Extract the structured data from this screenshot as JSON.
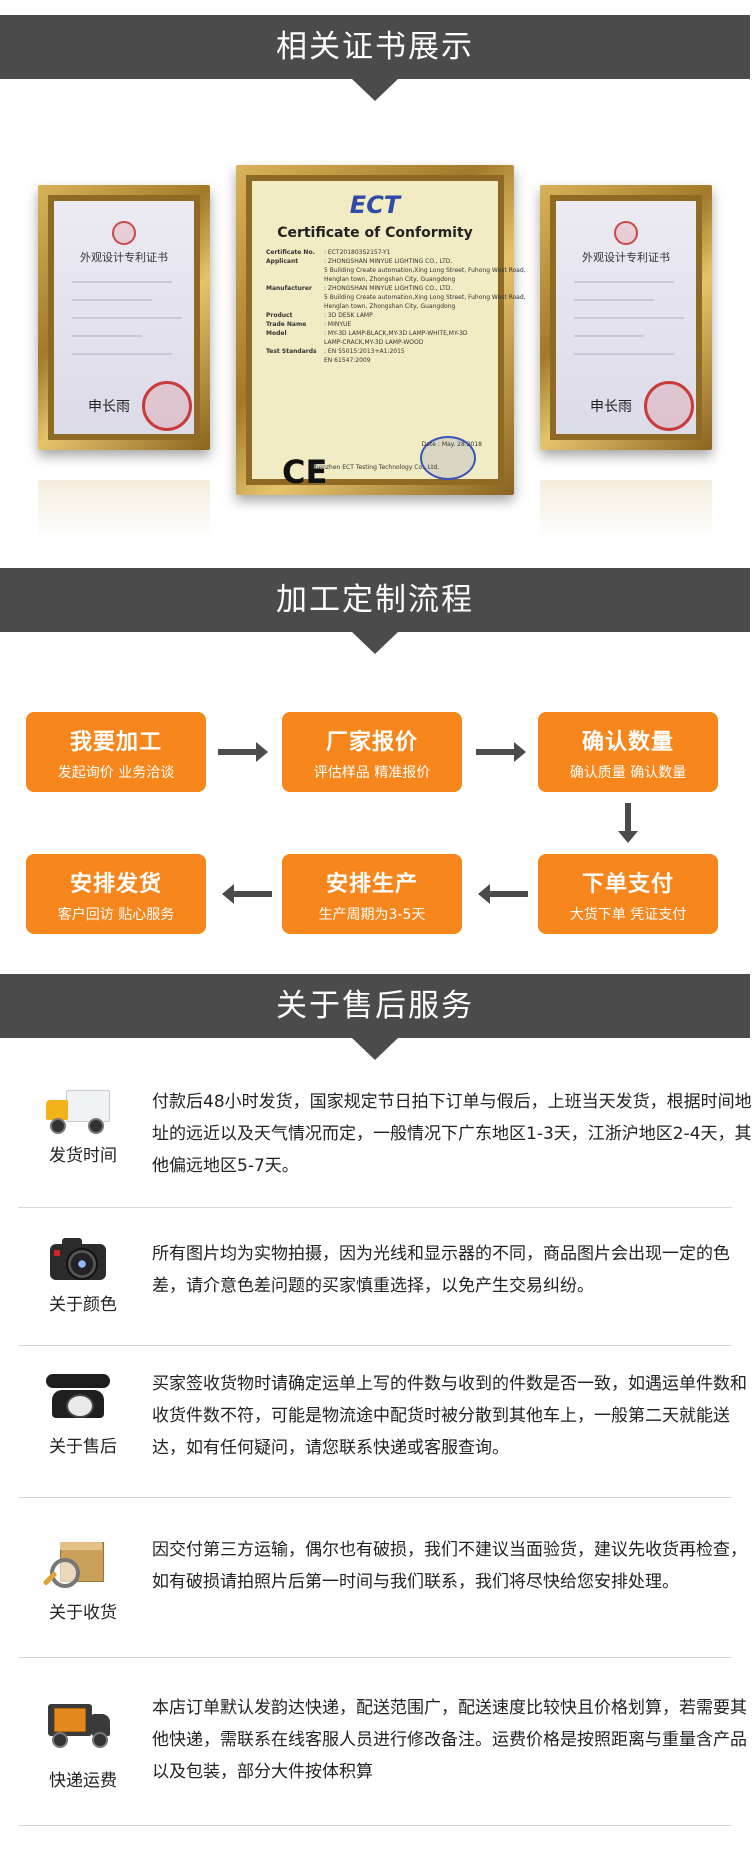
{
  "sections": {
    "certificates": {
      "title": "相关证书展示"
    },
    "process": {
      "title": "加工定制流程"
    },
    "service": {
      "title": "关于售后服务"
    }
  },
  "certificates": {
    "left": {
      "title": "外观设计专利证书",
      "signature": "申长雨"
    },
    "center": {
      "logo": "ECT",
      "title": "Certificate of Conformity",
      "rows": [
        {
          "k": "Certificate No.",
          "v": ": ECT201803S2157-Y1"
        },
        {
          "k": "Applicant",
          "v": ": ZHONGSHAN MINYUE LIGHTING CO., LTD."
        },
        {
          "k": "",
          "v": "5 Building Create automation,Xing Long Street, Fuhong West Road,"
        },
        {
          "k": "",
          "v": "Henglan town, Zhongshan City, Guangdong"
        },
        {
          "k": "Manufacturer",
          "v": ": ZHONGSHAN MINYUE LIGHTING CO., LTD."
        },
        {
          "k": "",
          "v": "5 Building Create automation,Xing Long Street, Fuhong West Road,"
        },
        {
          "k": "",
          "v": "Henglan town, Zhongshan City, Guangdong"
        },
        {
          "k": "Product",
          "v": ": 3D DESK LAMP"
        },
        {
          "k": "Trade Name",
          "v": ": MINYUE"
        },
        {
          "k": "Model",
          "v": ": MY-3D LAMP-BLACK,MY-3D LAMP-WHITE,MY-3D"
        },
        {
          "k": "",
          "v": "LAMP-CRACK,MY-3D LAMP-WOOD"
        },
        {
          "k": "Test Standards",
          "v": ": EN 55015:2013+A1:2015"
        },
        {
          "k": "",
          "v": "EN 61547:2009"
        }
      ],
      "footer": "Shenzhen ECT Testing Technology Co., Ltd.",
      "date": "Date : May. 28.2018"
    },
    "right": {
      "title": "外观设计专利证书",
      "signature": "申长雨"
    }
  },
  "process_steps": [
    {
      "title": "我要加工",
      "subtitle": "发起询价 业务洽谈"
    },
    {
      "title": "厂家报价",
      "subtitle": "评估样品 精准报价"
    },
    {
      "title": "确认数量",
      "subtitle": "确认质量 确认数量"
    },
    {
      "title": "下单支付",
      "subtitle": "大货下单 凭证支付"
    },
    {
      "title": "安排生产",
      "subtitle": "生产周期为3-5天"
    },
    {
      "title": "安排发货",
      "subtitle": "客户回访 贴心服务"
    }
  ],
  "services": [
    {
      "icon": "truck-icon",
      "label": "发货时间",
      "text": "付款后48小时发货，国家规定节日拍下订单与假后，上班当天发货，根据时间地址的远近以及天气情况而定，一般情况下广东地区1-3天，江浙沪地区2-4天，其他偏远地区5-7天。"
    },
    {
      "icon": "camera-icon",
      "label": "关于颜色",
      "text": "所有图片均为实物拍摄，因为光线和显示器的不同，商品图片会出现一定的色差，请介意色差问题的买家慎重选择，以免产生交易纠纷。"
    },
    {
      "icon": "telephone-icon",
      "label": "关于售后",
      "text": "买家签收货物时请确定运单上写的件数与收到的件数是否一致，如遇运单件数和收货件数不符，可能是物流途中配货时被分散到其他车上，一般第二天就能送达，如有任何疑问，请您联系快递或客服查询。"
    },
    {
      "icon": "package-inspect-icon",
      "label": "关于收货",
      "text": "因交付第三方运输，偶尔也有破损，我们不建议当面验货，建议先收货再检查，如有破损请拍照片后第一时间与我们联系，我们将尽快给您安排处理。"
    },
    {
      "icon": "delivery-van-icon",
      "label": "快递运费",
      "text": "本店订单默认发韵达快递，配送范围广，配送速度比较快且价格划算，若需要其他快递，需联系在线客服人员进行修改备注。运费价格是按照距离与重量含产品以及包装，部分大件按体积算"
    }
  ],
  "colors": {
    "banner": "#4b4b4b",
    "accent": "#f7871c"
  }
}
